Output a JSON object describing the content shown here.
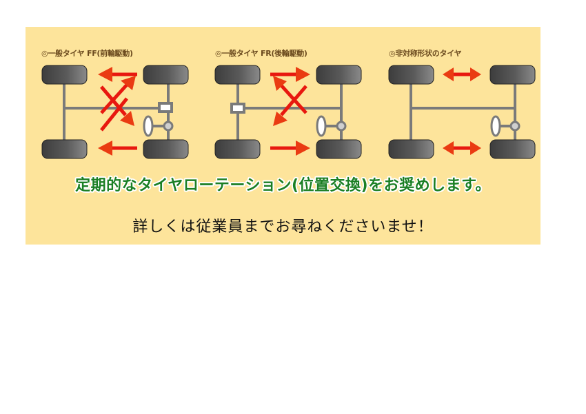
{
  "diagrams": [
    {
      "title": "◎一般タイヤ FF(前輪駆動)",
      "type": "front-wheel-drive",
      "rotation_pattern": "rear-to-front straight, front-to-rear crossed"
    },
    {
      "title": "◎一般タイヤ FR(後輪駆動)",
      "type": "rear-wheel-drive",
      "rotation_pattern": "front-to-rear straight, rear-to-front crossed"
    },
    {
      "title": "◎非対称形状のタイヤ",
      "type": "asymmetric-tire",
      "rotation_pattern": "front-rear swap on same side"
    }
  ],
  "headline": "定期的なタイヤローテーション(位置交換)をお奨めします。",
  "subline": "詳しくは従業員までお尋ねくださいませ！",
  "colors": {
    "panel_background": "#fde49b",
    "headline_text": "#1b7f24",
    "diagram_title": "#6b4a1e",
    "arrow": "#e8180f",
    "arrow_head": "#ea3b12",
    "frame": "#777777",
    "tire": "#4a4a4a"
  }
}
